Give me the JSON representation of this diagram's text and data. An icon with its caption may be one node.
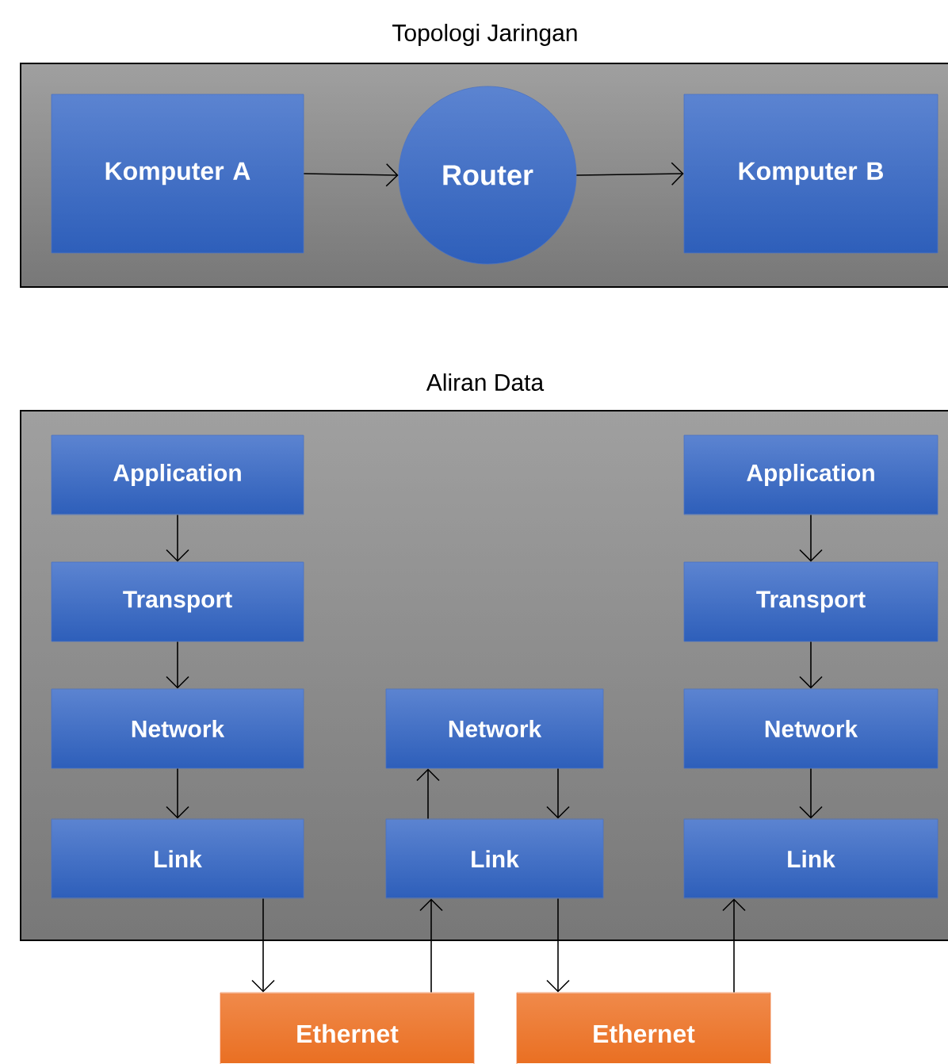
{
  "diagram": {
    "nodes": [
      {
        "text": [
          "Topologi Jaringan"
        ]
      },
      {
        "text": [
          "Komputer A"
        ],
        "in": 0
      },
      {
        "text": [
          "Router"
        ],
        "in": 0
      },
      {
        "text": [
          "Komputer B"
        ],
        "in": 0
      },
      {
        "text": [
          "Aliran Data"
        ]
      },
      {
        "text": [
          "Application"
        ],
        "in": 4
      },
      {
        "text": [
          "Transport"
        ],
        "in": 4
      },
      {
        "text": [
          "Network"
        ],
        "in": 4
      },
      {
        "text": [
          "Link"
        ],
        "in": 4
      },
      {
        "text": [
          "Network"
        ],
        "in": 4
      },
      {
        "text": [
          "Link"
        ],
        "in": 4
      },
      {
        "text": [
          "Application"
        ],
        "in": 4
      },
      {
        "text": [
          "Transport"
        ],
        "in": 4
      },
      {
        "text": [
          "Network"
        ],
        "in": 4
      },
      {
        "text": [
          "Link"
        ],
        "in": 4
      },
      {
        "text": [
          "Ethernet"
        ]
      },
      {
        "text": [
          "Ethernet"
        ]
      }
    ],
    "edges": [
      {
        "from": 1,
        "to": 2,
        "arrow": "to"
      },
      {
        "from": 2,
        "to": 3,
        "arrow": "to"
      },
      {
        "from": 5,
        "to": 6,
        "arrow": "to"
      },
      {
        "from": 6,
        "to": 7,
        "arrow": "to"
      },
      {
        "from": 7,
        "to": 8,
        "arrow": "to"
      },
      {
        "from": 8,
        "to": 15,
        "arrow": "to"
      },
      {
        "from": 15,
        "to": 10,
        "arrow": "to"
      },
      {
        "from": 10,
        "to": 9,
        "arrow": "to"
      },
      {
        "from": 9,
        "to": 10,
        "arrow": "to"
      },
      {
        "from": 10,
        "to": 16,
        "arrow": "to"
      },
      {
        "from": 16,
        "to": 14,
        "arrow": "to"
      },
      {
        "from": 11,
        "to": 12,
        "arrow": "to"
      },
      {
        "from": 12,
        "to": 13,
        "arrow": "to"
      },
      {
        "from": 13,
        "to": 14,
        "arrow": "to"
      }
    ]
  }
}
